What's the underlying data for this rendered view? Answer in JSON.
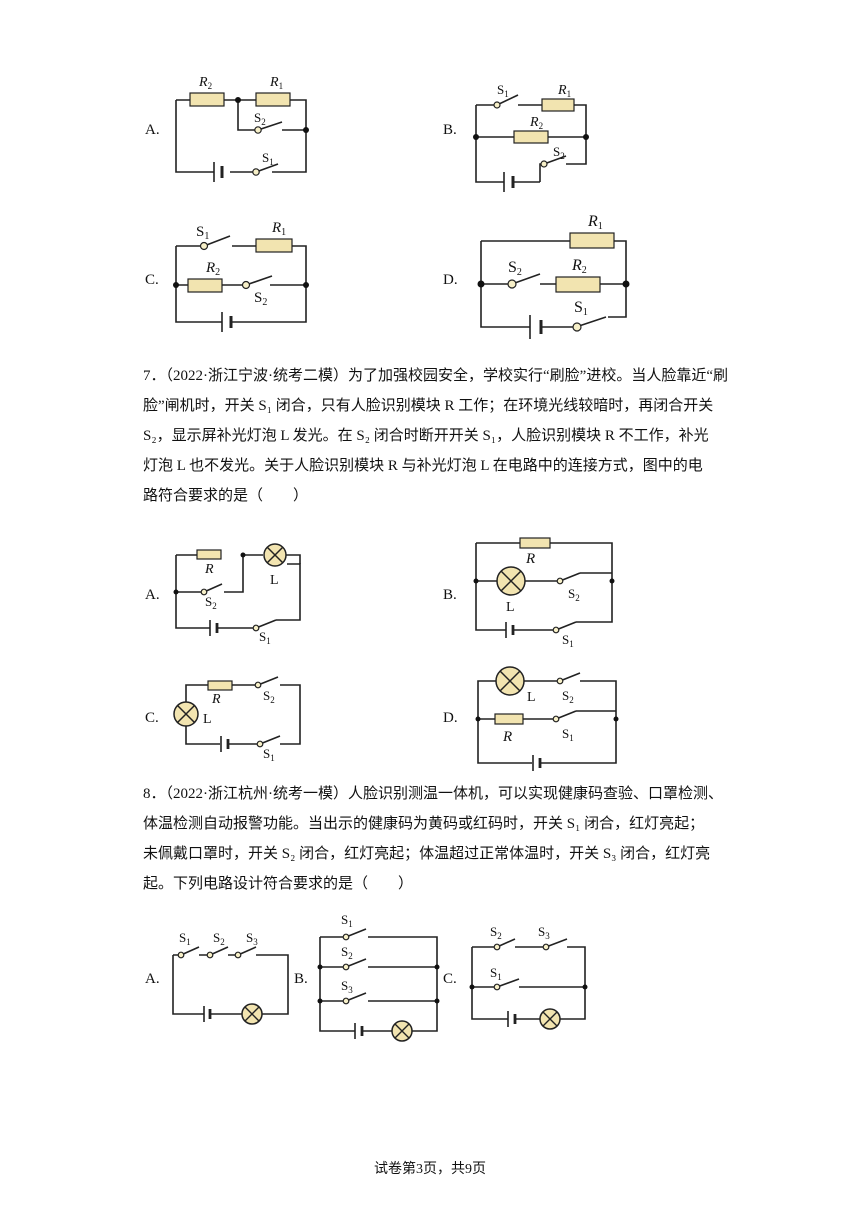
{
  "question6": {
    "options": {
      "A": "A.",
      "B": "B.",
      "C": "C.",
      "D": "D."
    }
  },
  "question7": {
    "number": "7．",
    "source": "（2022·浙江宁波·统考二模）",
    "lines": [
      "为了加强校园安全，学校实行“刷脸”进校。当人脸靠近“刷",
      "脸”闸机时，开关 S₁ 闭合，只有人脸识别模块 R 工作；在环境光线较暗时，再闭合开关",
      "S₂，显示屏补光灯泡 L 发光。在 S₂ 闭合时断开开关 S₁，人脸识别模块 R 不工作，补光",
      "灯泡 L 也不发光。关于人脸识别模块 R 与补光灯泡 L 在电路中的连接方式，图中的电",
      "路符合要求的是（　　）"
    ],
    "options": {
      "A": "A.",
      "B": "B.",
      "C": "C.",
      "D": "D."
    }
  },
  "question8": {
    "number": "8．",
    "source": "（2022·浙江杭州·统考一模）",
    "lines": [
      "人脸识别测温一体机，可以实现健康码查验、口罩检测、",
      "体温检测自动报警功能。当出示的健康码为黄码或红码时，开关 S₁ 闭合，红灯亮起；",
      "未佩戴口罩时，开关 S₂ 闭合，红灯亮起；体温超过正常体温时，开关 S₃ 闭合，红灯亮",
      "起。下列电路设计符合要求的是（　　）"
    ],
    "options": {
      "A": "A.",
      "B": "B.",
      "C": "C."
    }
  },
  "labels": {
    "R": "R",
    "R1": "R",
    "R2": "R",
    "L": "L",
    "S": "S",
    "sub1": "1",
    "sub2": "2",
    "sub3": "3"
  },
  "footer": "试卷第3页，共9页"
}
